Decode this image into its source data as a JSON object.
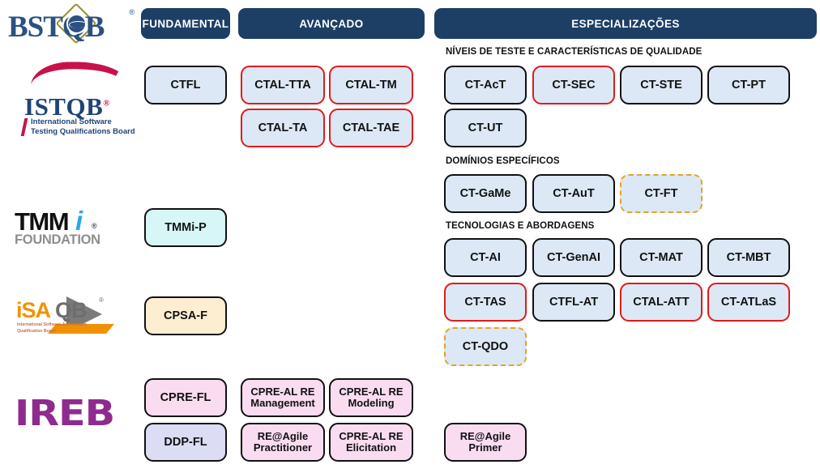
{
  "columns": {
    "fundamental": "FUNDAMENTAL",
    "avancado": "AVANÇADO",
    "especializacoes": "ESPECIALIZAÇÕES"
  },
  "section_labels": {
    "niveis": "NÍVEIS DE TESTE E CARACTERÍSTICAS DE QUALIDADE",
    "dominios": "DOMÍNIOS ESPECÍFICOS",
    "tecnologias": "TECNOLOGIAS E ABORDAGENS"
  },
  "logos": {
    "bstqb": {
      "word": "BSTQB",
      "reg": "®"
    },
    "istqb": {
      "word": "ISTQB",
      "reg": "®",
      "sub_line1": "International Software",
      "sub_line2": "Testing Qualifications Board"
    },
    "tmmi": {
      "part1": "TMM",
      "part2": "i",
      "reg": "®",
      "sub": "FOUNDATION"
    },
    "isaqb": {
      "part1": "iSA",
      "part2": "QB",
      "reg": "®",
      "sub_line1": "International Software Architecture",
      "sub_line2": "Qualification Board"
    },
    "ireb": {
      "word": "IREB"
    }
  },
  "colors": {
    "header_navy": "#1d3f66",
    "box_fill_blue": "#dce8f5",
    "box_fill_cyan": "#d7f7f7",
    "box_fill_cream": "#fdeed2",
    "box_fill_pink": "#fadcf0",
    "box_fill_lavender": "#dcdcf5",
    "border_black": "#111111",
    "border_red": "#e01b1b",
    "border_orange_dashed": "#e8a321"
  },
  "certifications": {
    "istqb_fundamental": [
      {
        "label": "CTFL",
        "border": "black",
        "fill": "blue"
      }
    ],
    "istqb_avancado": [
      {
        "label": "CTAL-TTA",
        "border": "red",
        "fill": "blue"
      },
      {
        "label": "CTAL-TM",
        "border": "red",
        "fill": "blue"
      },
      {
        "label": "CTAL-TA",
        "border": "red",
        "fill": "blue"
      },
      {
        "label": "CTAL-TAE",
        "border": "red",
        "fill": "blue"
      }
    ],
    "niveis_de_teste": [
      {
        "label": "CT-AcT",
        "border": "black",
        "fill": "blue"
      },
      {
        "label": "CT-SEC",
        "border": "red",
        "fill": "blue"
      },
      {
        "label": "CT-STE",
        "border": "black",
        "fill": "blue"
      },
      {
        "label": "CT-PT",
        "border": "black",
        "fill": "blue"
      },
      {
        "label": "CT-UT",
        "border": "black",
        "fill": "blue"
      }
    ],
    "dominios_especificos": [
      {
        "label": "CT-GaMe",
        "border": "black",
        "fill": "blue"
      },
      {
        "label": "CT-AuT",
        "border": "black",
        "fill": "blue"
      },
      {
        "label": "CT-FT",
        "border": "dashed",
        "fill": "blue"
      }
    ],
    "tecnologias_abordagens": [
      {
        "label": "CT-AI",
        "border": "black",
        "fill": "blue"
      },
      {
        "label": "CT-GenAI",
        "border": "black",
        "fill": "blue"
      },
      {
        "label": "CT-MAT",
        "border": "black",
        "fill": "blue"
      },
      {
        "label": "CT-MBT",
        "border": "black",
        "fill": "blue"
      },
      {
        "label": "CT-TAS",
        "border": "red",
        "fill": "blue"
      },
      {
        "label": "CTFL-AT",
        "border": "black",
        "fill": "blue"
      },
      {
        "label": "CTAL-ATT",
        "border": "red",
        "fill": "blue"
      },
      {
        "label": "CT-ATLaS",
        "border": "red",
        "fill": "blue"
      },
      {
        "label": "CT-QDO",
        "border": "dashed",
        "fill": "blue"
      }
    ],
    "tmmi": [
      {
        "label": "TMMi-P",
        "border": "black",
        "fill": "cyan"
      }
    ],
    "isaqb": [
      {
        "label": "CPSA-F",
        "border": "black",
        "fill": "cream"
      }
    ],
    "ireb_fundamental": [
      {
        "label": "CPRE-FL",
        "border": "black",
        "fill": "pink"
      },
      {
        "label": "DDP-FL",
        "border": "black",
        "fill": "lavender"
      }
    ],
    "ireb_avancado": [
      {
        "label": "CPRE-AL RE Management",
        "border": "black",
        "fill": "pink"
      },
      {
        "label": "CPRE-AL RE Modeling",
        "border": "black",
        "fill": "pink"
      },
      {
        "label": "RE@Agile Practitioner",
        "border": "black",
        "fill": "pink"
      },
      {
        "label": "CPRE-AL RE Elicitation",
        "border": "black",
        "fill": "pink"
      }
    ],
    "ireb_especializacoes": [
      {
        "label": "RE@Agile Primer",
        "border": "black",
        "fill": "pink"
      }
    ]
  }
}
